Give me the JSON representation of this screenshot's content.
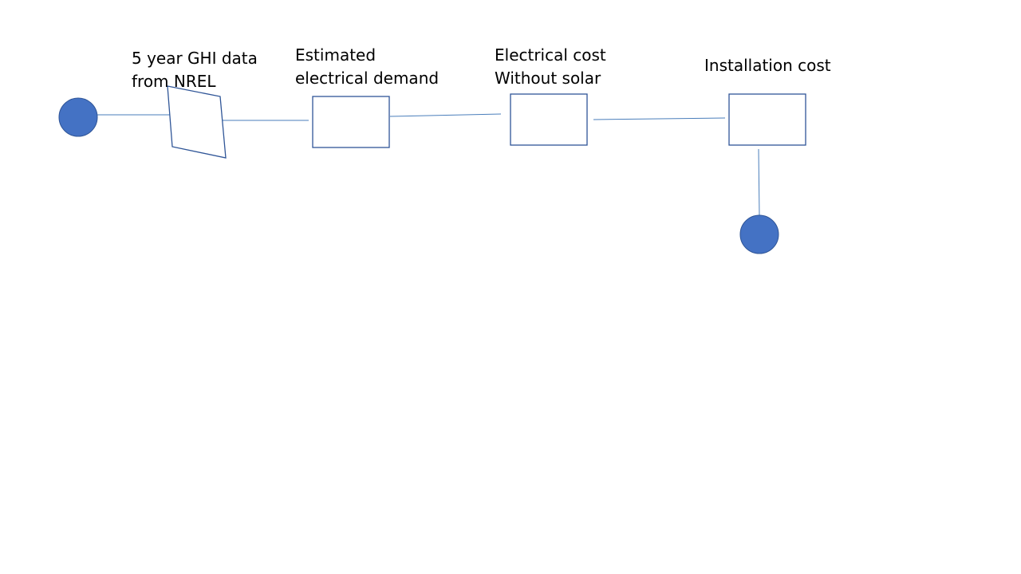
{
  "diagram": {
    "colors": {
      "stroke": "#2F5597",
      "node_fill": "#4472C4",
      "connector": "#4A7EBB",
      "text": "#000000"
    },
    "nodes": [
      {
        "id": "start-circle",
        "shape": "circle",
        "label": []
      },
      {
        "id": "ghi-data",
        "shape": "parallelogram",
        "label": [
          "5 year GHI data",
          "from NREL"
        ]
      },
      {
        "id": "electrical-demand",
        "shape": "rectangle",
        "label": [
          "Estimated",
          "electrical demand"
        ]
      },
      {
        "id": "cost-without-solar",
        "shape": "rectangle",
        "label": [
          "Electrical cost",
          "Without solar"
        ]
      },
      {
        "id": "installation-cost",
        "shape": "rectangle",
        "label": [
          "Installation cost"
        ]
      },
      {
        "id": "end-circle",
        "shape": "circle",
        "label": []
      }
    ],
    "edges": [
      {
        "from": "start-circle",
        "to": "ghi-data"
      },
      {
        "from": "ghi-data",
        "to": "electrical-demand"
      },
      {
        "from": "electrical-demand",
        "to": "cost-without-solar"
      },
      {
        "from": "cost-without-solar",
        "to": "installation-cost"
      },
      {
        "from": "installation-cost",
        "to": "end-circle"
      }
    ]
  }
}
